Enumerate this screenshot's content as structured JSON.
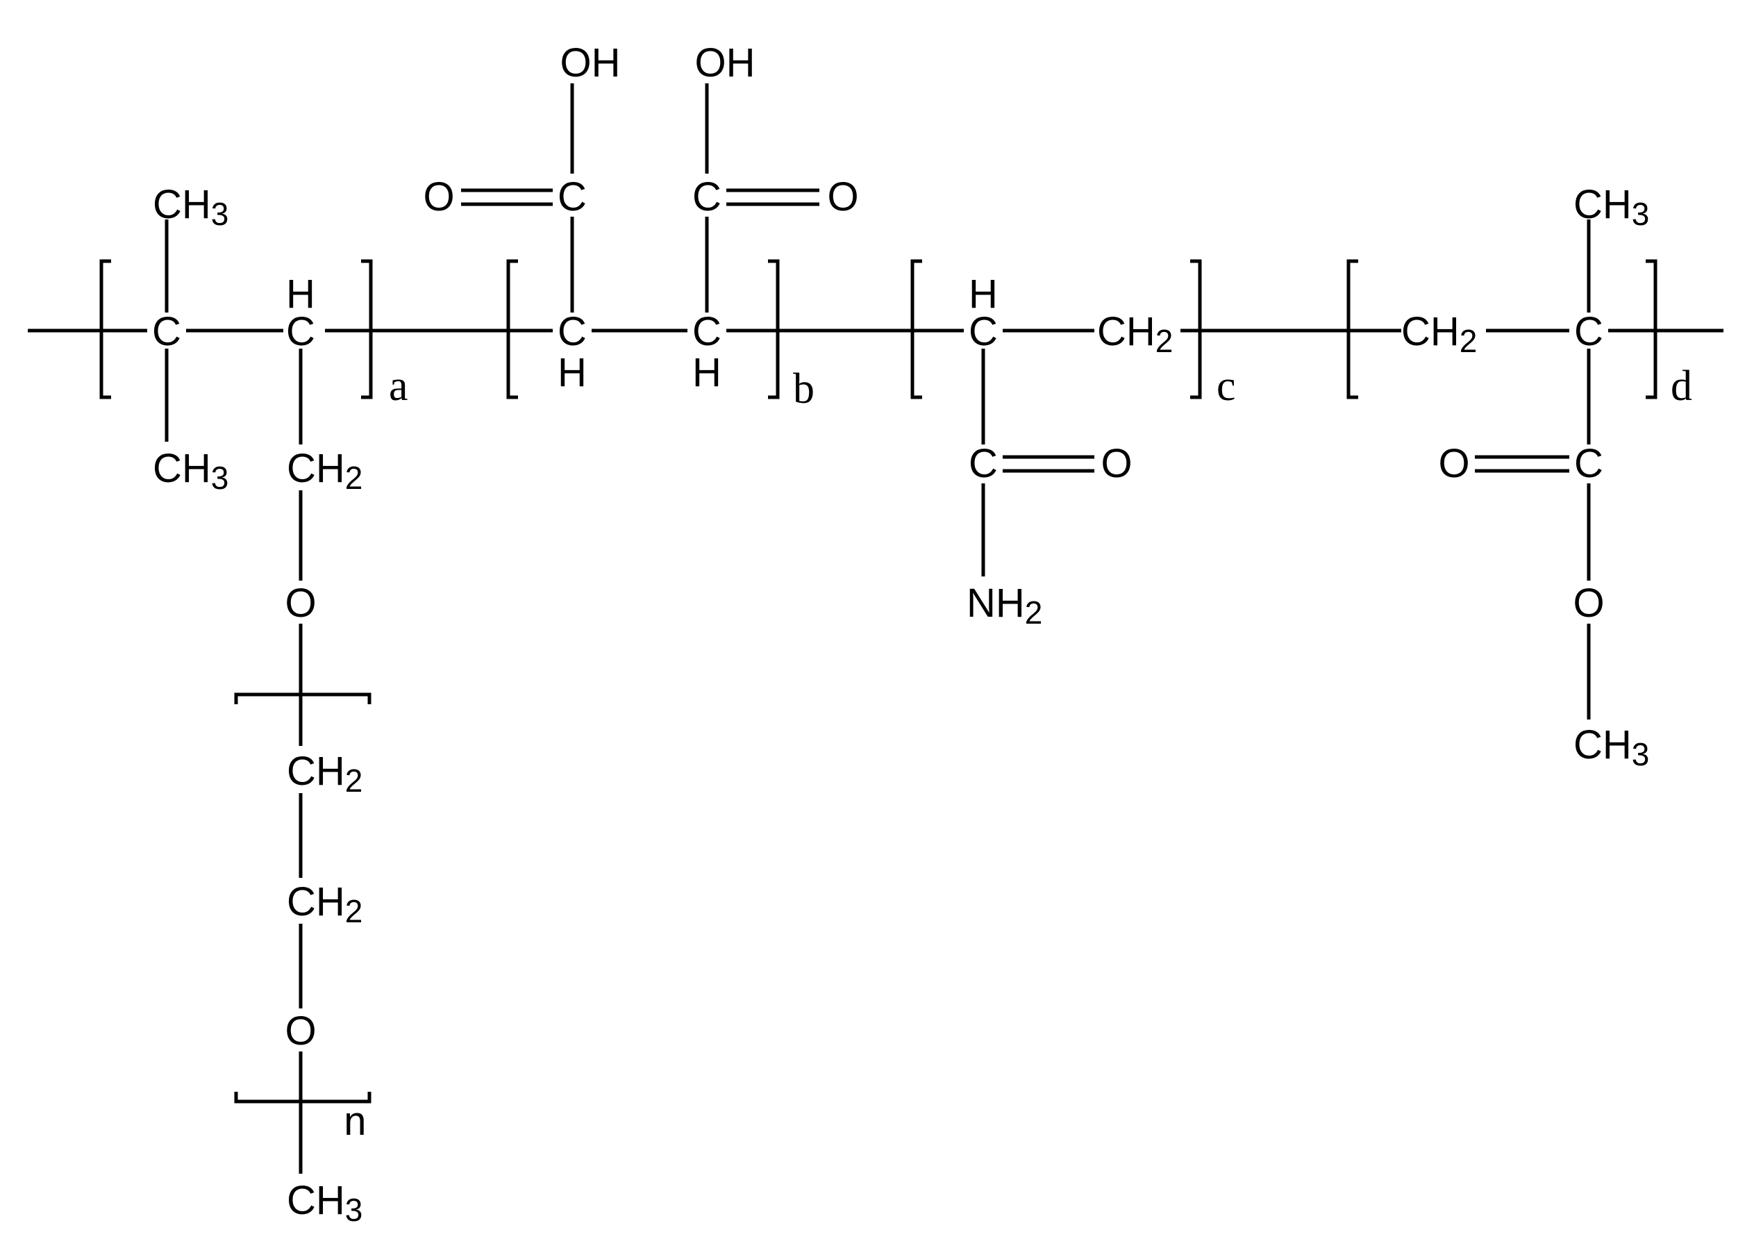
{
  "symbols": {
    "carbon": "C",
    "hydrogen": "H",
    "oxygen": "O",
    "hydroxyl": "OH",
    "methyl": "CH",
    "methylene": "CH",
    "amine": "NH",
    "sub2": "2",
    "sub3": "3"
  },
  "repeat_indices": {
    "a": "a",
    "b": "b",
    "c": "c",
    "d": "d",
    "n": "n"
  }
}
